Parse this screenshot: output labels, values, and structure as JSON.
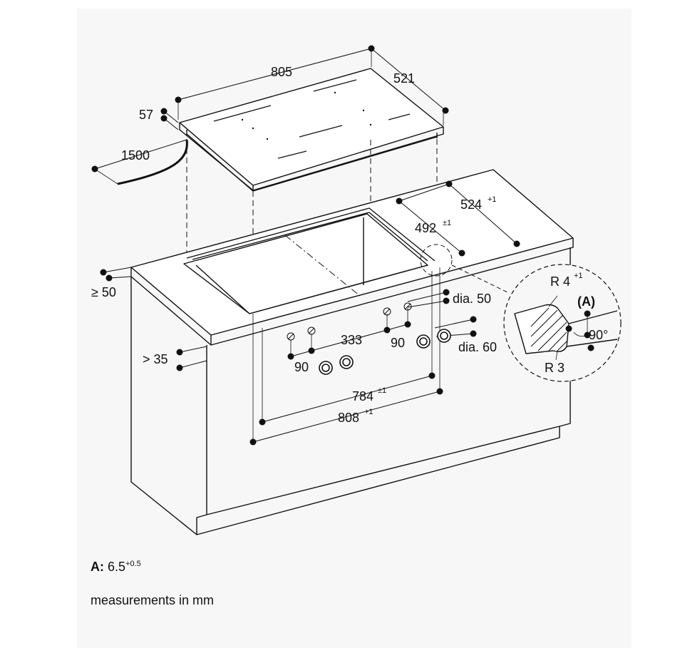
{
  "dimensions": {
    "hob_width": "805",
    "hob_depth": "521",
    "hob_height": "57",
    "cable_length": "1500",
    "cutout_depth": "524",
    "cutout_depth_tol": "+1",
    "inner_depth": "492",
    "inner_depth_tol": "±1",
    "min_distance_back": "≥ 50",
    "min_distance_front": "> 35",
    "hole_spacing": "333",
    "dim_90_left": "90",
    "dim_90_right": "90",
    "hole_dia_small": "dia. 50",
    "hole_dia_large": "dia. 60",
    "inner_width": "784",
    "inner_width_tol": "±1",
    "cutout_width": "808",
    "cutout_width_tol": "+1"
  },
  "detail": {
    "radius_top": "R 4",
    "radius_top_tol": "+1",
    "marker": "(A)",
    "angle": "90°",
    "radius_bottom": "R 3"
  },
  "notes": {
    "a_label": "A:",
    "a_value": "6.5",
    "a_tol": "+0.5",
    "units": "measurements in mm"
  }
}
